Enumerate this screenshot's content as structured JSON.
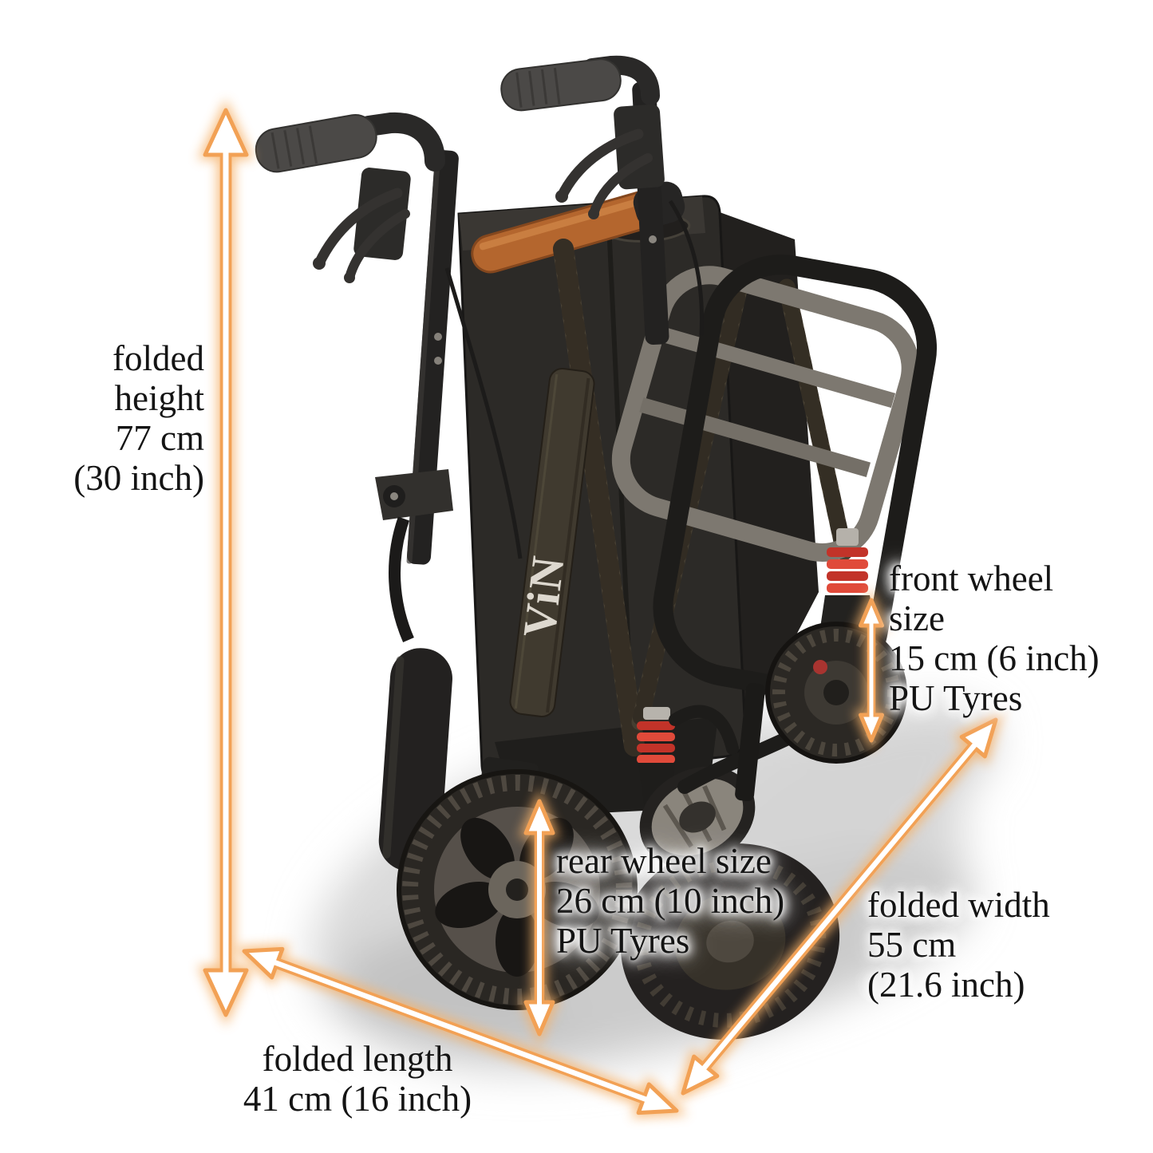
{
  "brand": {
    "logo_text": "ViN"
  },
  "annotations": {
    "folded_height": {
      "lines": [
        "folded",
        "height",
        "77 cm",
        "(30 inch)"
      ]
    },
    "front_wheel_size": {
      "lines": [
        "front wheel",
        "size",
        "15 cm (6 inch)",
        "PU Tyres"
      ]
    },
    "rear_wheel_size": {
      "lines": [
        "rear wheel size",
        "26 cm (10 inch)",
        "PU Tyres"
      ]
    },
    "folded_width": {
      "lines": [
        "folded width",
        "55 cm",
        "(21.6 inch)"
      ]
    },
    "folded_length": {
      "lines": [
        "folded length",
        "41 cm (16 inch)"
      ]
    }
  },
  "dimensions": {
    "folded_height": {
      "value_cm": 77,
      "value_inch": 30
    },
    "folded_length": {
      "value_cm": 41,
      "value_inch": 16
    },
    "folded_width": {
      "value_cm": 55,
      "value_inch": 21.6
    },
    "front_wheel": {
      "value_cm": 15,
      "value_inch": 6,
      "tyre_type": "PU Tyres"
    },
    "rear_wheel": {
      "value_cm": 26,
      "value_inch": 10,
      "tyre_type": "PU Tyres"
    }
  },
  "colors": {
    "background": "#ffffff",
    "label_text": "#141414",
    "arrow_core": "#ffffff",
    "arrow_edge": "#f2a155",
    "arrow_glow": "#f6b26b",
    "pad_orange": "#b4662e",
    "spring_red": "#c23329"
  }
}
